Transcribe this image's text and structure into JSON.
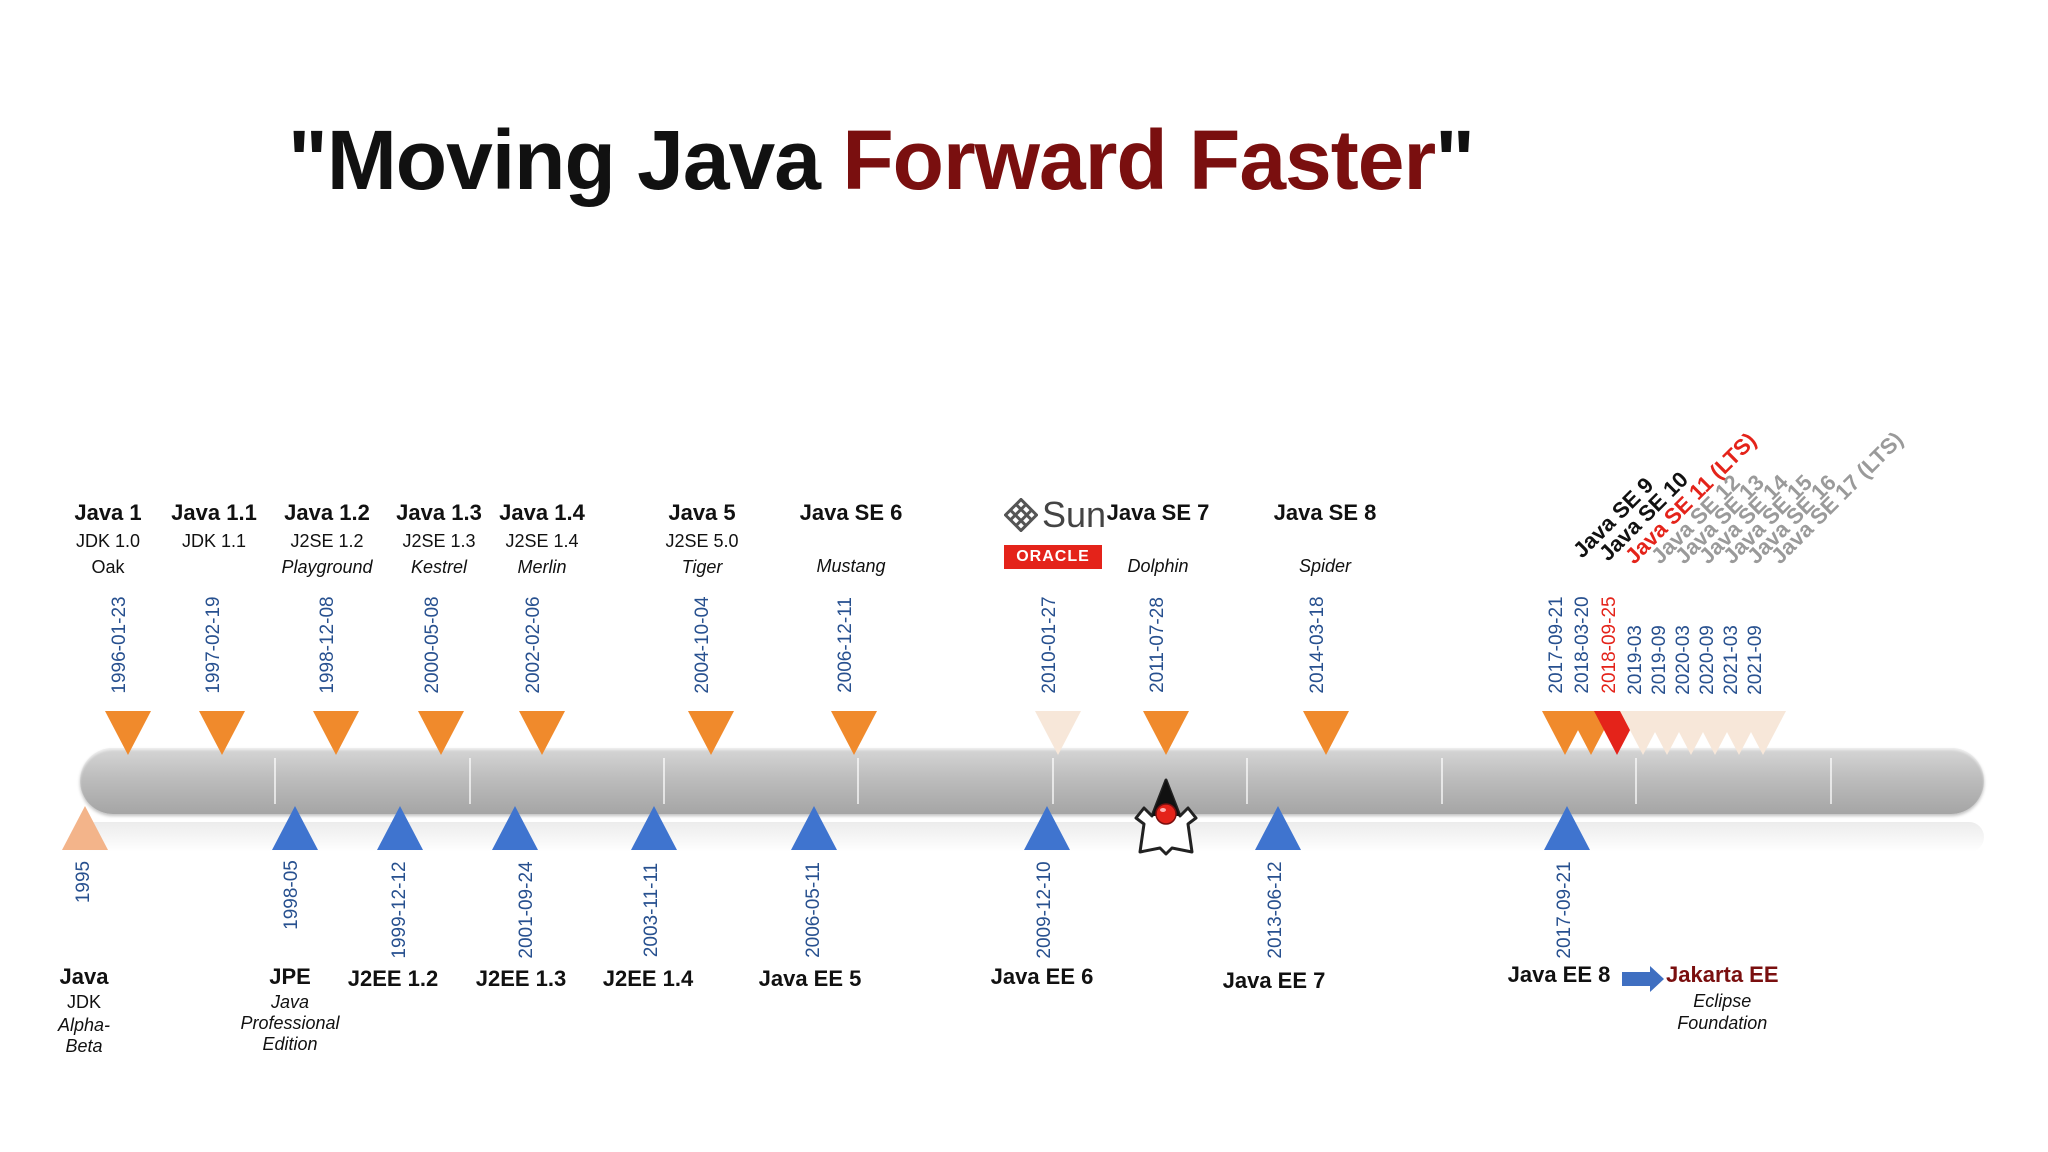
{
  "title": {
    "prefix": "\"Moving Java ",
    "accent": "Forward Faster",
    "suffix": "\""
  },
  "colors": {
    "title_accent": "#7a0f0f",
    "se_marker": "#f08a2c",
    "ee_marker": "#3f74cf",
    "future_marker": "#f7e7d9",
    "lts_highlight": "#e4231a",
    "date_text": "#27508f"
  },
  "se_dates": [
    "1996-01-23",
    "1997-02-19",
    "1998-12-08",
    "2000-05-08",
    "2002-02-06",
    "2004-10-04",
    "2006-12-11",
    "2010-01-27",
    "2011-07-28",
    "2014-03-18",
    "2017-09-21",
    "2018-03-20",
    "2018-09-25",
    "2019-03",
    "2019-09",
    "2020-03",
    "2020-09",
    "2021-03",
    "2021-09"
  ],
  "se_releases": [
    {
      "name": "Java 1",
      "sub": "JDK 1.0",
      "code": "Oak"
    },
    {
      "name": "Java 1.1",
      "sub": "JDK 1.1",
      "code": ""
    },
    {
      "name": "Java 1.2",
      "sub": "J2SE 1.2",
      "code": "Playground"
    },
    {
      "name": "Java 1.3",
      "sub": "J2SE 1.3",
      "code": "Kestrel"
    },
    {
      "name": "Java 1.4",
      "sub": "J2SE 1.4",
      "code": "Merlin"
    },
    {
      "name": "Java 5",
      "sub": "J2SE 5.0",
      "code": "Tiger"
    },
    {
      "name": "Java SE 6",
      "sub": "",
      "code": "Mustang"
    },
    {
      "name": "Java SE 7",
      "sub": "",
      "code": "Dolphin"
    },
    {
      "name": "Java SE 8",
      "sub": "",
      "code": "Spider"
    }
  ],
  "future_releases": [
    "Java SE 9",
    "Java SE 10",
    "Java SE 11 (LTS)",
    "Java SE 12",
    "Java SE 13",
    "Java SE 14",
    "Java SE 15",
    "Java SE 16",
    "Java SE 17 (LTS)"
  ],
  "ee_dates": [
    "1995",
    "1998-05",
    "1999-12-12",
    "2001-09-24",
    "2003-11-11",
    "2006-05-11",
    "2009-12-10",
    "2013-06-12",
    "2017-09-21"
  ],
  "ee_releases": [
    {
      "name": "Java",
      "sub": "JDK",
      "code": "Alpha-\nBeta"
    },
    {
      "name": "JPE",
      "sub": "",
      "code": "Java\nProfessional\nEdition"
    },
    {
      "name": "J2EE 1.2",
      "sub": "",
      "code": ""
    },
    {
      "name": "J2EE 1.3",
      "sub": "",
      "code": ""
    },
    {
      "name": "J2EE 1.4",
      "sub": "",
      "code": ""
    },
    {
      "name": "Java EE 5",
      "sub": "",
      "code": ""
    },
    {
      "name": "Java EE 6",
      "sub": "",
      "code": ""
    },
    {
      "name": "Java EE 7",
      "sub": "",
      "code": ""
    },
    {
      "name": "Java EE 8",
      "sub": "",
      "code": ""
    }
  ],
  "jakarta": {
    "name": "Jakarta EE",
    "org": "Eclipse\nFoundation"
  },
  "logos": {
    "sun": "Sun",
    "oracle": "ORACLE"
  },
  "icons": {
    "duke": "duke-mascot-icon",
    "sun_logo": "sun-logo-icon",
    "arrow": "right-arrow-icon"
  }
}
